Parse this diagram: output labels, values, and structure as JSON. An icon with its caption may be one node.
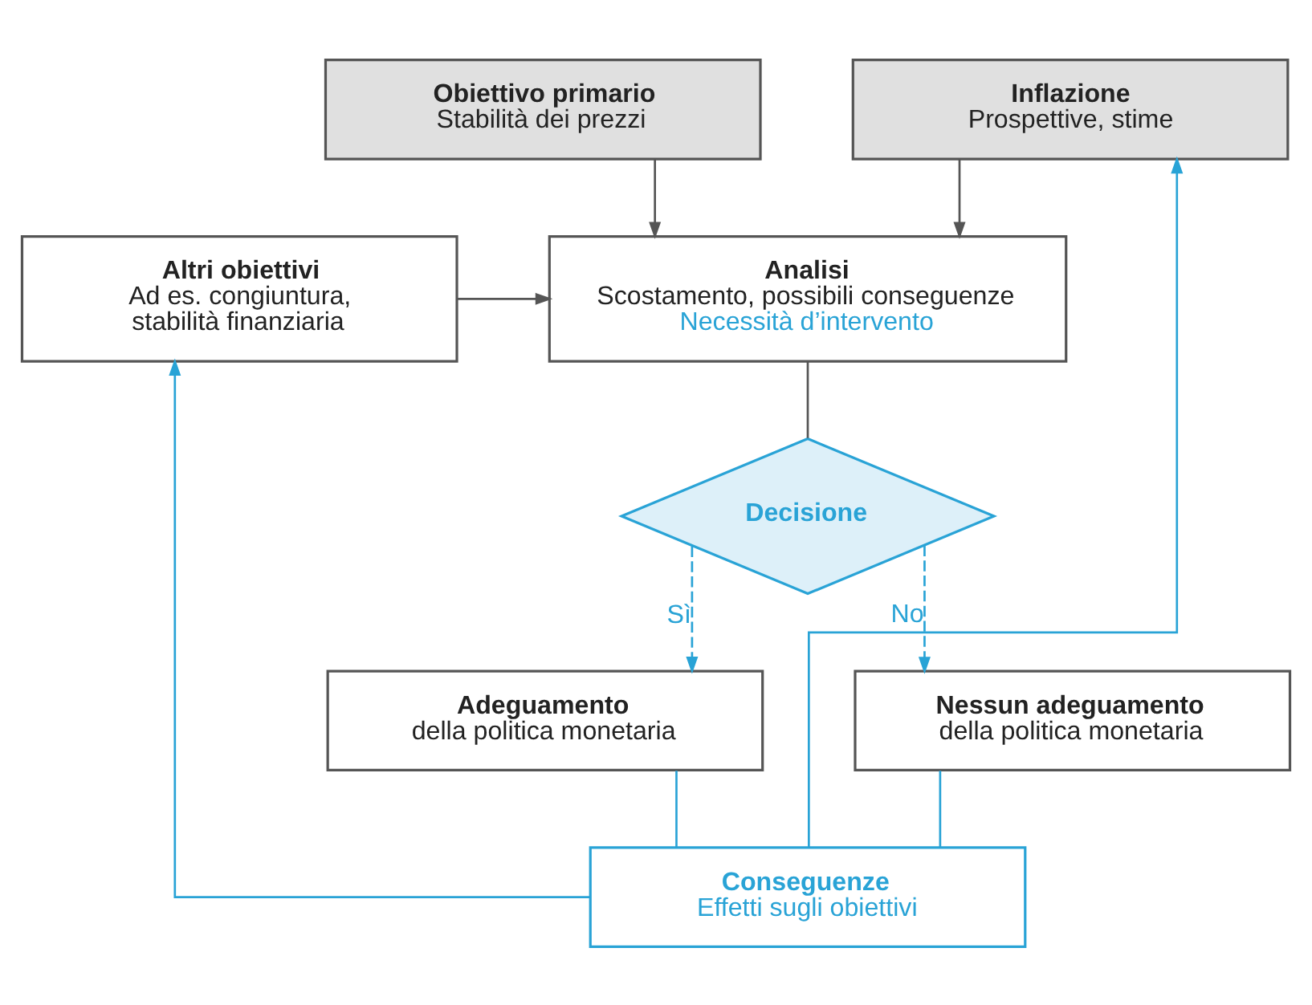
{
  "diagram": {
    "nodes": [
      {
        "text": [
          "Obiettivo primario",
          "Stabilità dei prezzi"
        ]
      },
      {
        "text": [
          "Inflazione",
          "Prospettive, stime"
        ]
      },
      {
        "text": [
          "Altri obiettivi",
          "Ad es. congiuntura, stabilità finanziaria"
        ]
      },
      {
        "text": [
          "Analisi",
          "Scostamento, possibili conseguenze",
          "Necessità d’intervento"
        ]
      },
      {
        "text": [
          "Decisione"
        ]
      },
      {
        "text": [
          "Adeguamento",
          "della politica monetaria"
        ]
      },
      {
        "text": [
          "Nessun adeguamento",
          "della politica monetaria"
        ]
      },
      {
        "text": [
          "Conseguenze",
          "Effetti sugli obiettivi"
        ]
      }
    ],
    "edges": [
      {
        "from": 0,
        "to": 3,
        "arrow": "to",
        "color": "#555555"
      },
      {
        "from": 1,
        "to": 3,
        "arrow": "to",
        "color": "#555555"
      },
      {
        "from": 2,
        "to": 3,
        "arrow": "to",
        "color": "#555555"
      },
      {
        "from": 3,
        "to": 4,
        "arrow": "none",
        "color": "#555555"
      },
      {
        "from": 4,
        "to": 5,
        "label": "Sì",
        "arrow": "to",
        "style": "dashed"
      },
      {
        "from": 4,
        "to": 6,
        "label": "No",
        "arrow": "to",
        "style": "dashed"
      },
      {
        "from": 5,
        "to": 7,
        "arrow": "none"
      },
      {
        "from": 6,
        "to": 7,
        "arrow": "none"
      },
      {
        "from": 7,
        "to": 2,
        "arrow": "to"
      },
      {
        "from": 7,
        "to": 1,
        "arrow": "to"
      }
    ]
  }
}
